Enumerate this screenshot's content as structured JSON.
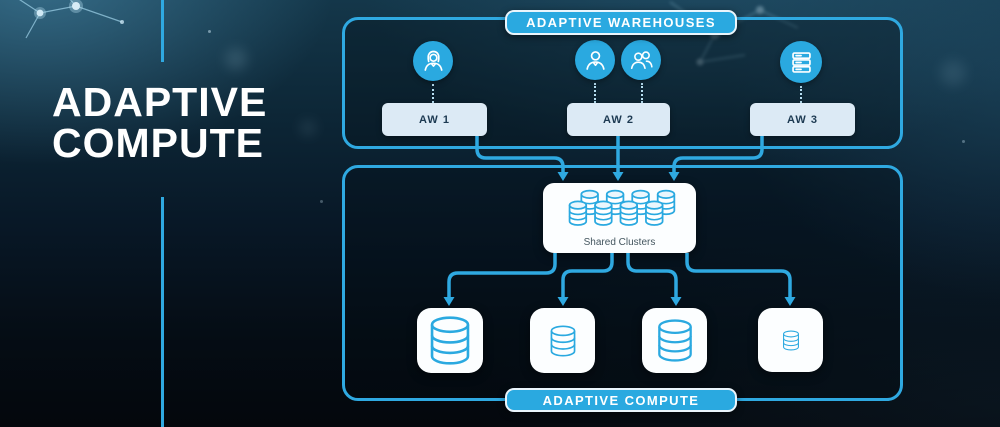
{
  "title": {
    "line1": "ADAPTIVE",
    "line2": "COMPUTE"
  },
  "warehouses": {
    "banner": "ADAPTIVE WAREHOUSES",
    "nodes": [
      {
        "label": "AW 1",
        "icons": [
          "user-female-icon"
        ]
      },
      {
        "label": "AW 2",
        "icons": [
          "user-male-icon",
          "user-group-icon"
        ]
      },
      {
        "label": "AW 3",
        "icons": [
          "server-icon"
        ]
      }
    ]
  },
  "compute": {
    "banner": "ADAPTIVE COMPUTE",
    "shared_clusters": {
      "label": "Shared Clusters",
      "database_count": 8,
      "icon": "database-cluster-icon"
    },
    "nodes": [
      {
        "icon": "database-icon",
        "size": "large"
      },
      {
        "icon": "database-icon",
        "size": "small"
      },
      {
        "icon": "database-icon",
        "size": "medium"
      },
      {
        "icon": "database-icon",
        "size": "tiny"
      }
    ]
  },
  "colors": {
    "accent": "#2fa9e1",
    "banner_fill": "#2aa9e0",
    "circle_fill": "#2aa9e0",
    "aw_node_fill": "#dceaf5",
    "card_fill": "#fcfeff",
    "label_dark": "#1d3a52",
    "shared_label": "#44565f",
    "title_text": "#ffffff",
    "background_top": "#14374a",
    "background_bottom": "#04070c"
  }
}
